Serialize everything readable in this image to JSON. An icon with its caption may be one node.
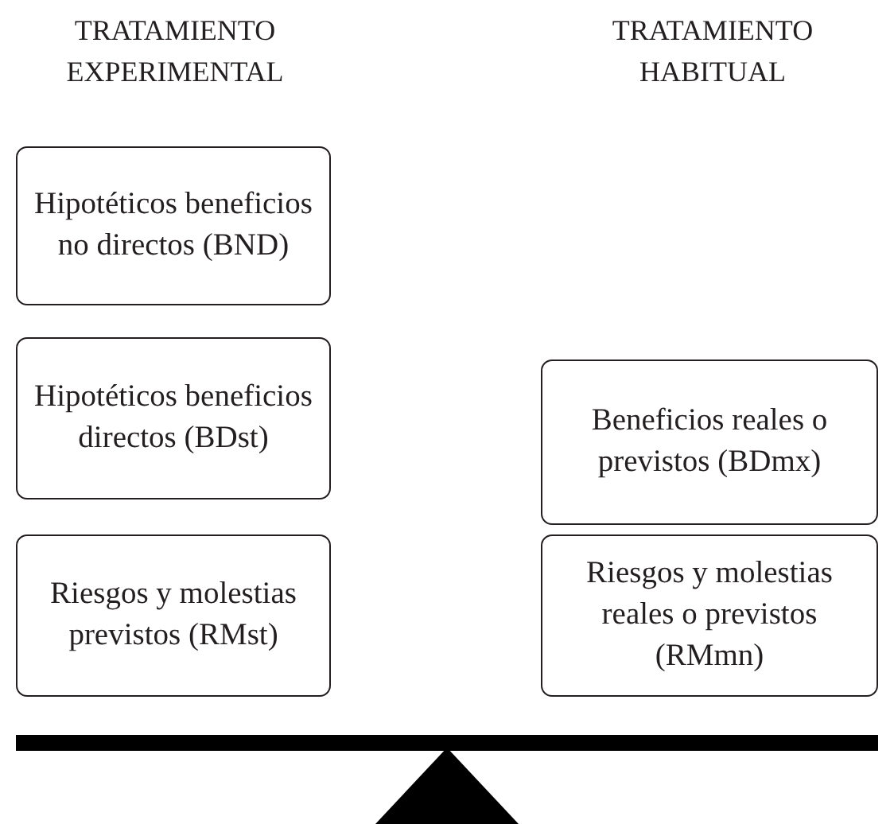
{
  "diagram": {
    "nodes": [
      {
        "text": [
          "Hipotéticos beneficios no directos (BND)"
        ]
      },
      {
        "text": [
          "Hipotéticos beneficios directos (BDst)"
        ]
      },
      {
        "text": [
          "Riesgos y molestias previstos (RMst)"
        ]
      },
      {
        "text": [
          "Beneficios reales o previstos (BDmx)"
        ]
      },
      {
        "text": [
          "Riesgos y molestias reales o previstos (RMmn)"
        ]
      }
    ],
    "labels": [
      "TRATAMIENTO EXPERIMENTAL",
      "TRATAMIENTO HABITUAL"
    ]
  }
}
